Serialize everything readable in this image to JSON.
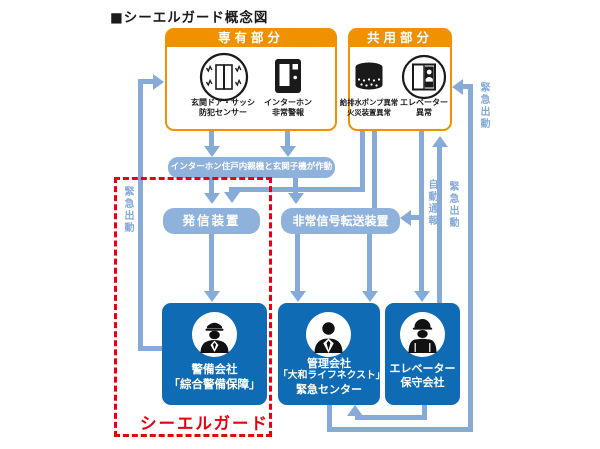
{
  "title": "■シーエルガード概念図",
  "colors": {
    "orange": "#F29100",
    "flow_line_blue": "#86ABD8",
    "process_box_blue": "#8FB2DC",
    "company_box_blue": "#0E6BB4",
    "alert_red": "#E60012"
  },
  "top_boxes": {
    "senyu": {
      "header": "専有部分",
      "sensors": [
        {
          "icon": "door-sensor-icon",
          "label1": "玄関ドア・サッシ",
          "label2": "防犯センサー"
        },
        {
          "icon": "intercom-icon",
          "label1": "インターホン",
          "label2": "非常警報"
        }
      ]
    },
    "kyoyo": {
      "header": "共用部分",
      "sensors": [
        {
          "icon": "pump-icon",
          "label1": "給排水ポンプ異常",
          "label2": "火災装置異常"
        },
        {
          "icon": "elevator-icon",
          "label1": "エレベーター",
          "label2": "異常"
        }
      ]
    }
  },
  "process_boxes": {
    "intercom_activation": "インターホン住戸内親機と玄関子機が作動",
    "transmitter": "発信装置",
    "signal_transfer": "非常信号転送装置"
  },
  "flow_labels": {
    "dispatch_left": "緊急出動",
    "auto_report": "自動通報",
    "dispatch_mid": "緊急出動",
    "dispatch_right": "緊急出動"
  },
  "companies": {
    "security": {
      "line1": "警備会社",
      "line2": "「綜合警備保障」"
    },
    "management": {
      "line1": "管理会社",
      "line2": "「大和ライフネクスト」",
      "line3": "緊急センター"
    },
    "elevator_maintenance": {
      "line1": "エレベーター",
      "line2": "保守会社"
    }
  },
  "cl_guard_label": "シーエルガード"
}
